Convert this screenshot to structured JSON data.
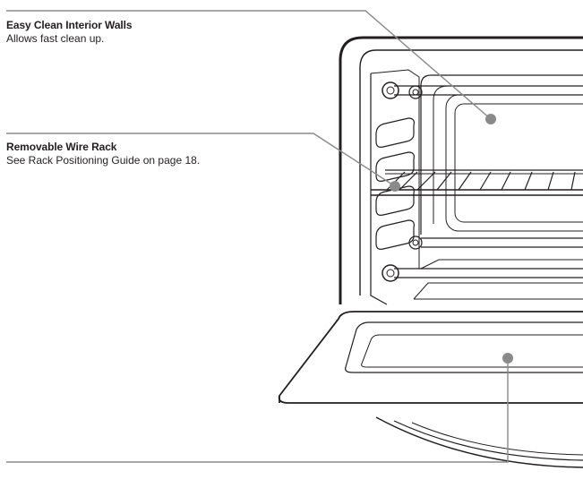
{
  "callouts": [
    {
      "title": "Easy Clean Interior Walls",
      "description": "Allows fast clean up."
    },
    {
      "title": "Removable Wire Rack",
      "description": "See Rack Positioning Guide on page 18."
    }
  ]
}
